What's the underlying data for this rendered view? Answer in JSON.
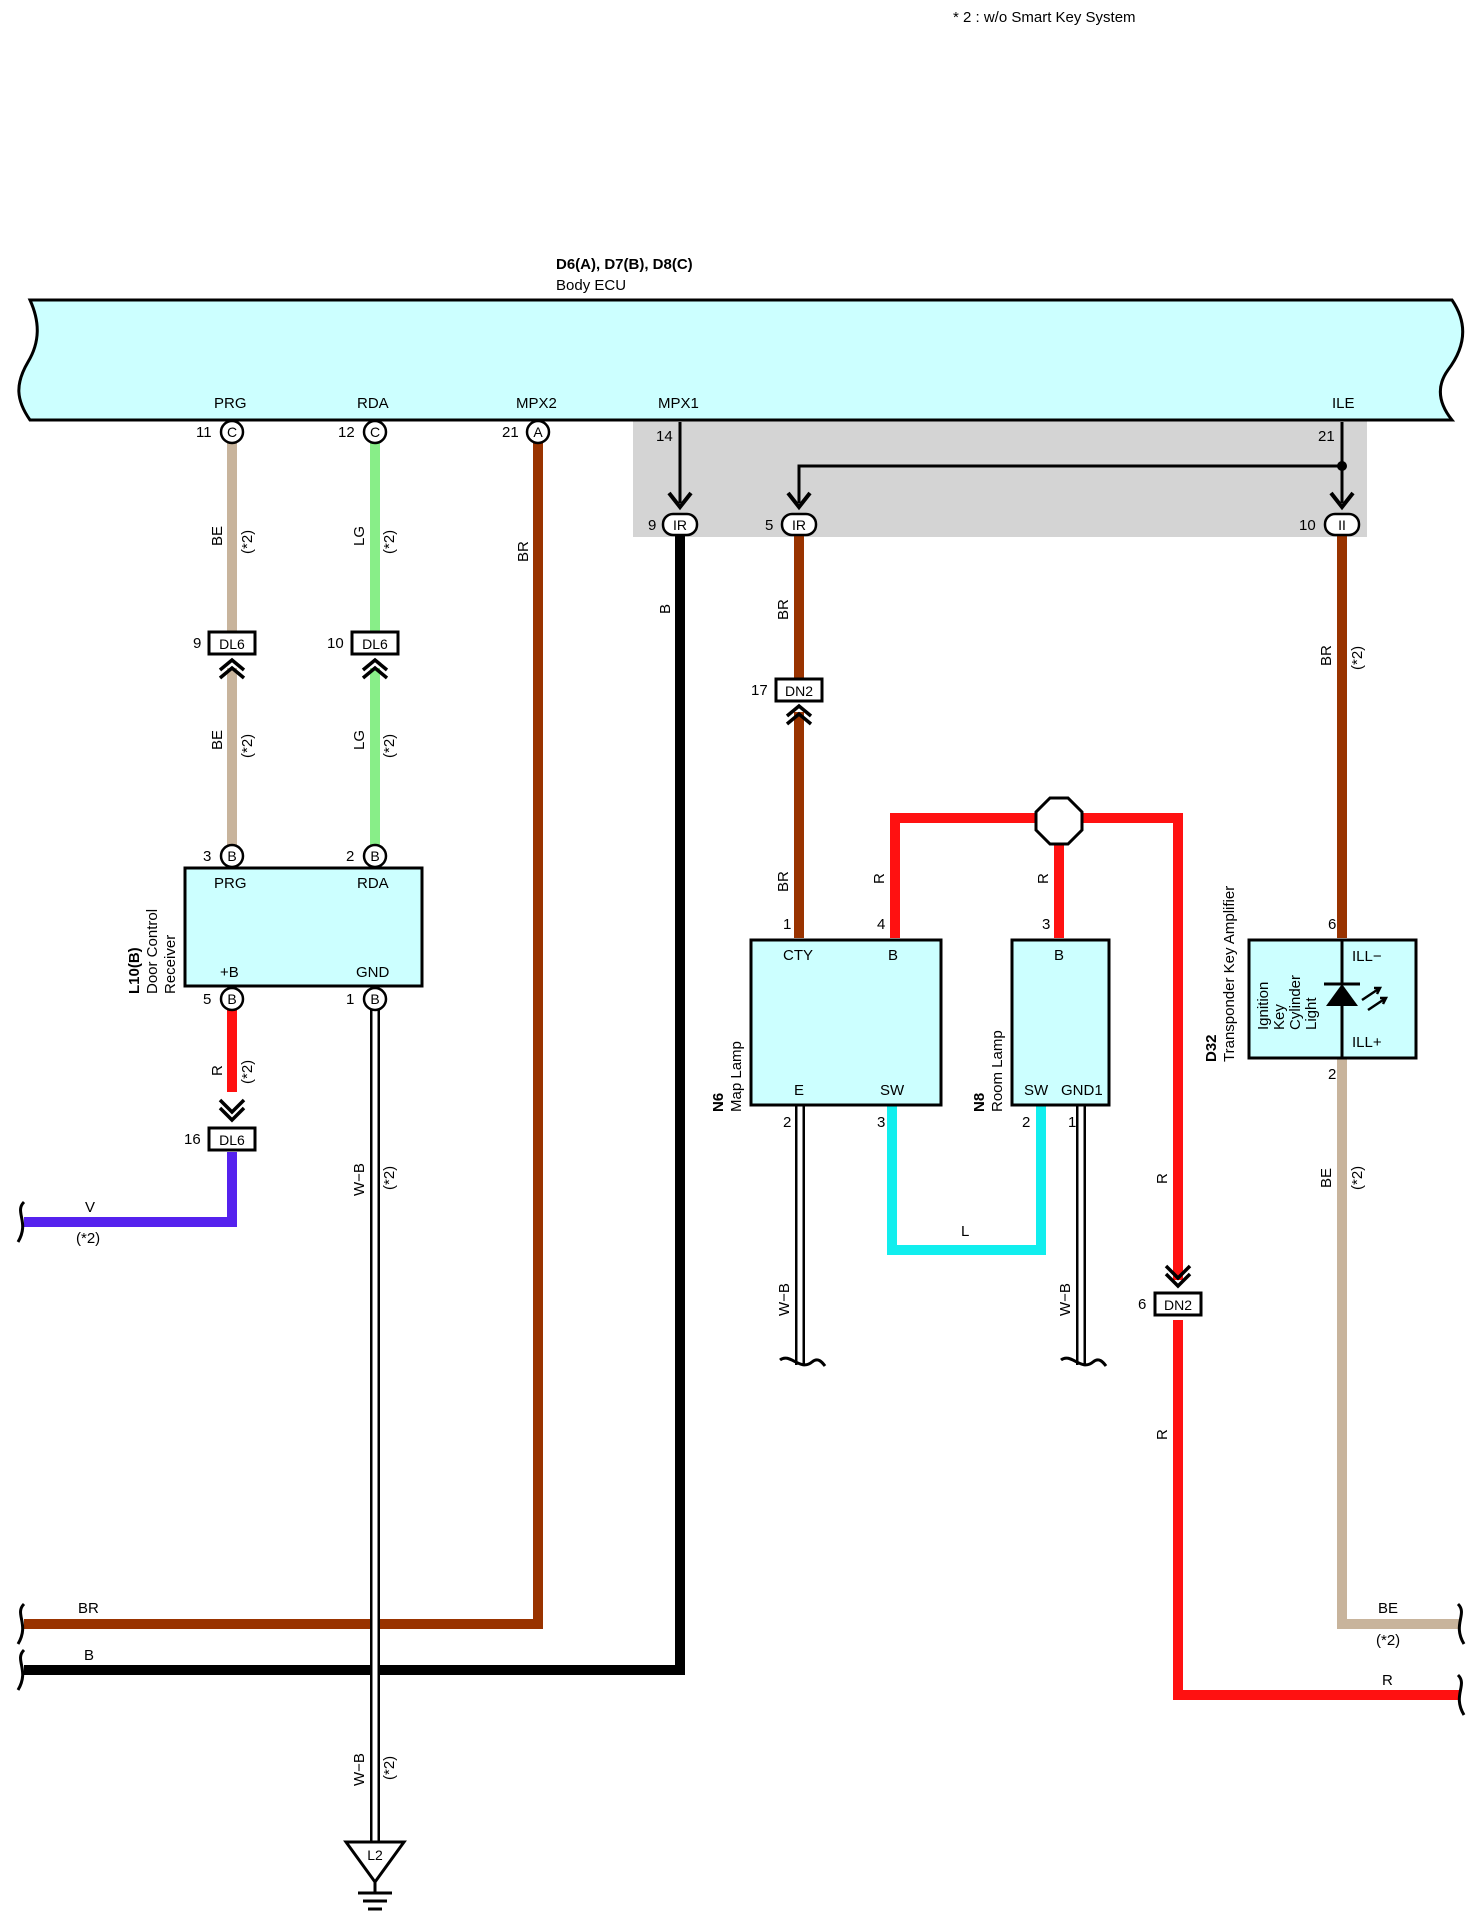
{
  "note": "* 2 : w/o Smart Key System",
  "colors": {
    "ecu_fill": "#ccffff",
    "shade": "#d4d4d4",
    "BE": "#c8b49c",
    "LG": "#88ee88",
    "BR": "#993300",
    "B": "#000000",
    "R": "#ff1111",
    "V": "#5522ee",
    "L": "#11eeee",
    "WB": "#ffffff"
  },
  "ecu": {
    "title": "D6(A), D7(B), D8(C)",
    "name": "Body ECU",
    "terminals": [
      "PRG",
      "RDA",
      "MPX2",
      "MPX1",
      "ILE"
    ],
    "pins": [
      "11",
      "12",
      "21",
      "14",
      "21"
    ],
    "pin_letters": [
      "C",
      "C",
      "A"
    ]
  },
  "ecu_connector": {
    "pins": [
      "9",
      "5",
      "10"
    ],
    "labels": [
      "IR",
      "IR",
      "II"
    ]
  },
  "door_control_receiver": {
    "code": "L10(B)",
    "name_lines": [
      "Door Control",
      "Receiver"
    ],
    "terminals": [
      "PRG",
      "RDA",
      "+B",
      "GND"
    ],
    "pins": [
      "3",
      "2",
      "5",
      "1"
    ],
    "pin_letter": "B"
  },
  "map_lamp": {
    "code": "N6",
    "name": "Map Lamp",
    "terminals": [
      "CTY",
      "B",
      "E",
      "SW"
    ],
    "pins": [
      "1",
      "4",
      "2",
      "3"
    ]
  },
  "room_lamp": {
    "code": "N8",
    "name": "Room Lamp",
    "terminals": [
      "B",
      "SW",
      "GND1"
    ],
    "pins": [
      "3",
      "2",
      "1"
    ]
  },
  "transponder": {
    "code": "D32",
    "name": "Transponder Key Amplifier",
    "inner_lines": [
      "Ignition",
      "Key",
      "Cylinder",
      "Light"
    ],
    "terminals": [
      "ILL−",
      "ILL+"
    ],
    "pins": [
      "6",
      "2"
    ]
  },
  "junctions": {
    "dl6_a": {
      "pin": "9",
      "label": "DL6"
    },
    "dl6_b": {
      "pin": "10",
      "label": "DL6"
    },
    "dl6_c": {
      "pin": "16",
      "label": "DL6"
    },
    "dn2_a": {
      "pin": "17",
      "label": "DN2"
    },
    "dn2_b": {
      "pin": "6",
      "label": "DN2"
    }
  },
  "ground": {
    "label": "L2"
  },
  "wire_labels": {
    "be": "BE",
    "lg": "LG",
    "br": "BR",
    "b": "B",
    "r": "R",
    "v": "V",
    "l": "L",
    "wb": "W−B",
    "star2": "(*2)"
  }
}
